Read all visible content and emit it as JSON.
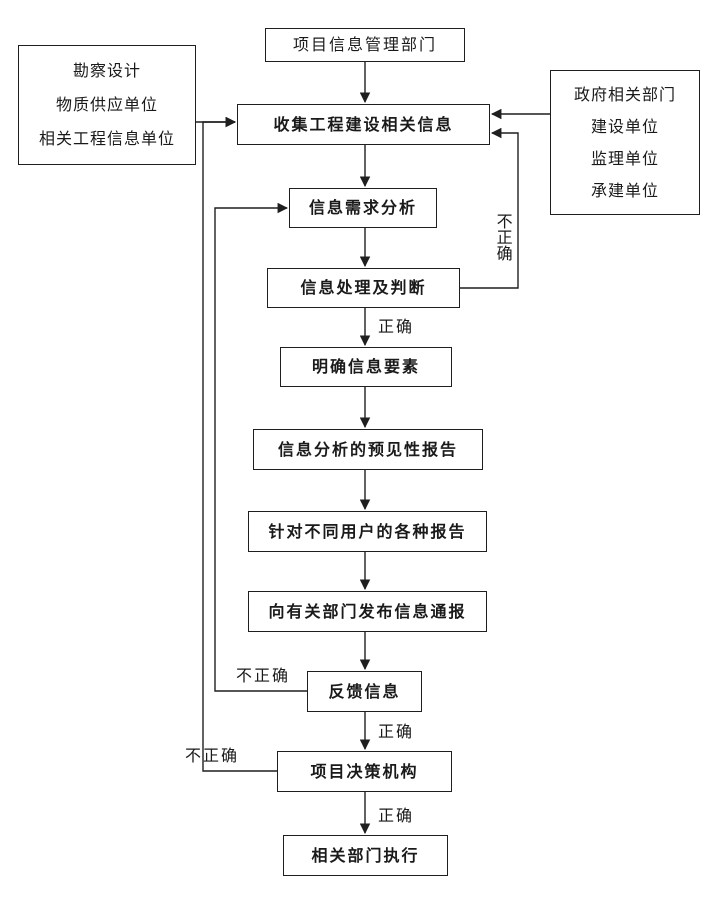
{
  "colors": {
    "line": "#1f1f1f",
    "box_border": "#1f1f1f",
    "background": "#ffffff",
    "text": "#1a1a1a"
  },
  "diagram": {
    "boxes": {
      "top_department": {
        "label": "项目信息管理部门"
      },
      "left_sources": {
        "lines": [
          "勘察设计",
          "物质供应单位",
          "相关工程信息单位"
        ]
      },
      "right_sources": {
        "lines": [
          "政府相关部门",
          "建设单位",
          "监理单位",
          "承建单位"
        ]
      },
      "collect": {
        "label": "收集工程建设相关信息"
      },
      "analysis": {
        "label": "信息需求分析"
      },
      "judge": {
        "label": "信息处理及判断"
      },
      "elements": {
        "label": "明确信息要素"
      },
      "foresight_report": {
        "label": "信息分析的预见性报告"
      },
      "user_reports": {
        "label": "针对不同用户的各种报告"
      },
      "notify": {
        "label": "向有关部门发布信息通报"
      },
      "feedback": {
        "label": "反馈信息"
      },
      "decision": {
        "label": "项目决策机构"
      },
      "execute": {
        "label": "相关部门执行"
      }
    },
    "edge_labels": {
      "judge_incorrect": "不正确",
      "judge_correct": "正确",
      "feedback_incorrect": "不正确",
      "feedback_correct": "正确",
      "decision_incorrect": "不正确",
      "decision_correct": "正确"
    }
  }
}
